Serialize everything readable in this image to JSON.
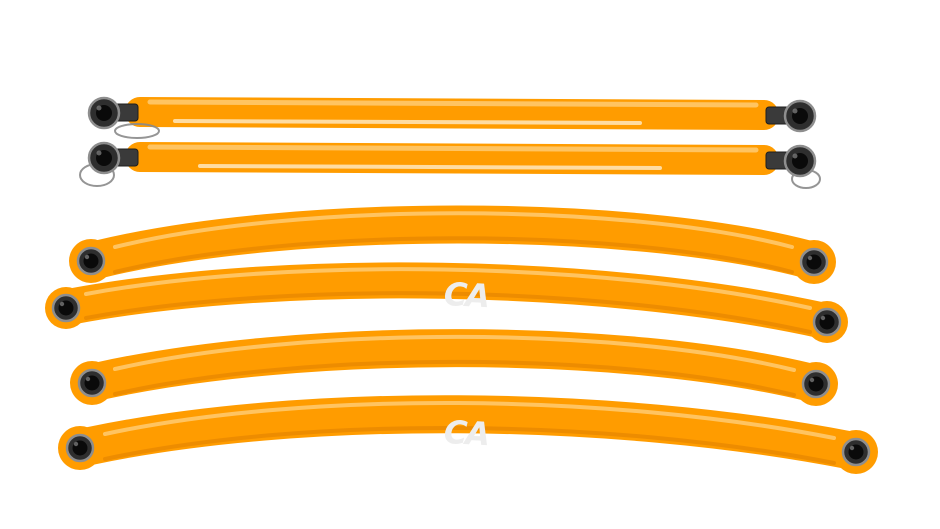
{
  "image": {
    "description": "Product photo on white: six orange suspension links — two straight radius rods with black heim joints (top) and four curved high-clearance radius arms with black ball-joint ends",
    "background": "#FFFFFF"
  },
  "colors": {
    "orange": "#FF9C00",
    "orange_highlight": "#FFC96B",
    "orange_shadow": "#DE7F00",
    "joint_body": "#2E2E2E",
    "joint_ring": "#8E8E8E",
    "joint_dark": "#0A0A0A",
    "logo": "#EDEDED"
  },
  "branding": {
    "logo_text": "CA"
  },
  "parts": {
    "straight_rod_count": 2,
    "curved_arm_count": 4
  }
}
